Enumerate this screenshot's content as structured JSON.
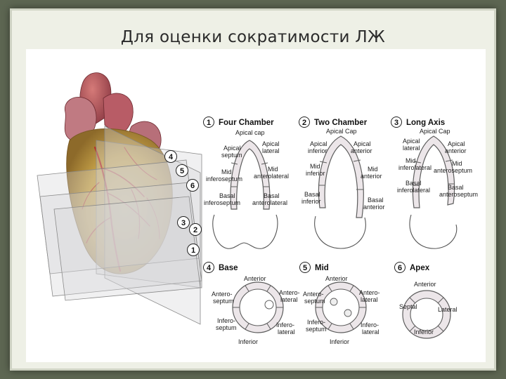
{
  "slide": {
    "title": "Для оценки сократимости ЛЖ"
  },
  "heart": {
    "plane_numbers": [
      "4",
      "5",
      "6",
      "3",
      "2",
      "1"
    ]
  },
  "views": {
    "four_chamber": {
      "number": "1",
      "title": "Four Chamber",
      "labels": {
        "apical_cap": "Apical cap",
        "apical_septum": "Apical\nseptum",
        "apical_lateral": "Apical\nlateral",
        "mid_inferoseptum": "Mid\ninferoseptum",
        "mid_anterolateral": "Mid\nanterolateral",
        "basal_inferoseptum": "Basal\ninferoseptum",
        "basal_anterolateral": "Basal\nanterolateral"
      }
    },
    "two_chamber": {
      "number": "2",
      "title": "Two Chamber",
      "labels": {
        "apical_cap": "Apical Cap",
        "apical_inferior": "Apical\ninferior",
        "apical_anterior": "Apical\nanterior",
        "mid_inferior": "Mid\ninferior",
        "mid_anterior": "Mid\nanterior",
        "basal_inferior": "Basal\ninferior",
        "basal_anterior": "Basal\nanterior"
      }
    },
    "long_axis": {
      "number": "3",
      "title": "Long Axis",
      "labels": {
        "apical_cap": "Apical Cap",
        "apical_lateral": "Apical\nlateral",
        "apical_anterior": "Apical\nanterior",
        "mid_inferolateral": "Mid\ninferolateral",
        "mid_anteroseptum": "Mid\nanteroseptum",
        "basal_inferolateral": "Basal\ninferolateral",
        "basal_anteroseptum": "Basal\nanteroseptum"
      }
    },
    "base": {
      "number": "4",
      "title": "Base",
      "labels": {
        "anterior": "Anterior",
        "anteroseptum": "Antero-\nseptum",
        "anterolateral": "Antero-\nlateral",
        "inferoseptum": "Infero-\nseptum",
        "inferolateral": "Infero-\nlateral",
        "inferior": "Inferior"
      }
    },
    "mid": {
      "number": "5",
      "title": "Mid",
      "labels": {
        "anterior": "Anterior",
        "anteroseptum": "Antero-\nseptum",
        "anterolateral": "Antero-\nlateral",
        "inferoseptum": "Infero-\nseptum",
        "inferolateral": "Infero-\nlateral",
        "inferior": "Inferior"
      }
    },
    "apex": {
      "number": "6",
      "title": "Apex",
      "labels": {
        "anterior": "Anterior",
        "septal": "Septal",
        "lateral": "Lateral",
        "inferior": "Inferior"
      }
    }
  },
  "colors": {
    "background": "#5d6652",
    "myocardium": "#c9a54a",
    "vessels": "#b8322a",
    "segment_fill": "#ece6e9"
  }
}
